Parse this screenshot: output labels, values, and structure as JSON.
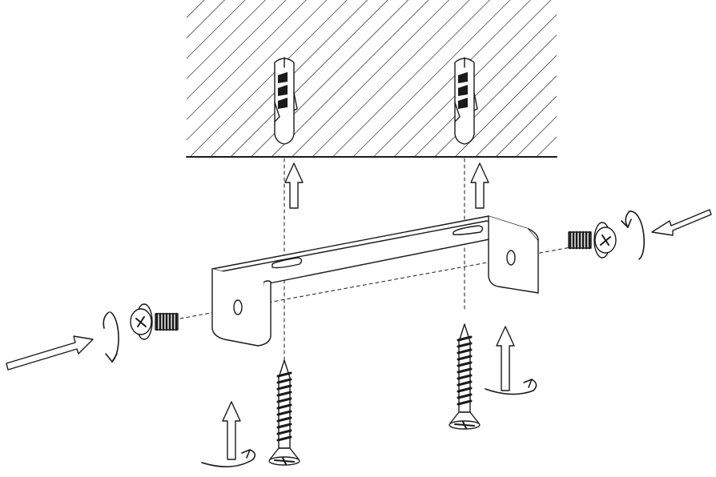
{
  "figure": {
    "kind": "exploded mounting diagram",
    "background": "#ffffff",
    "line_color": "#1a1a1a",
    "components": {
      "wall": "hatched-wall",
      "anchors": [
        "wall-anchor-left",
        "wall-anchor-right"
      ],
      "bracket": "u-bracket",
      "wood_screws": [
        "wood-screw-left",
        "wood-screw-right"
      ],
      "machine_screws": [
        "machine-screw-left",
        "machine-screw-right"
      ]
    },
    "icons": [
      "straight-arrow-icon",
      "rotation-arrow-icon",
      "up-arrow-icon"
    ]
  }
}
